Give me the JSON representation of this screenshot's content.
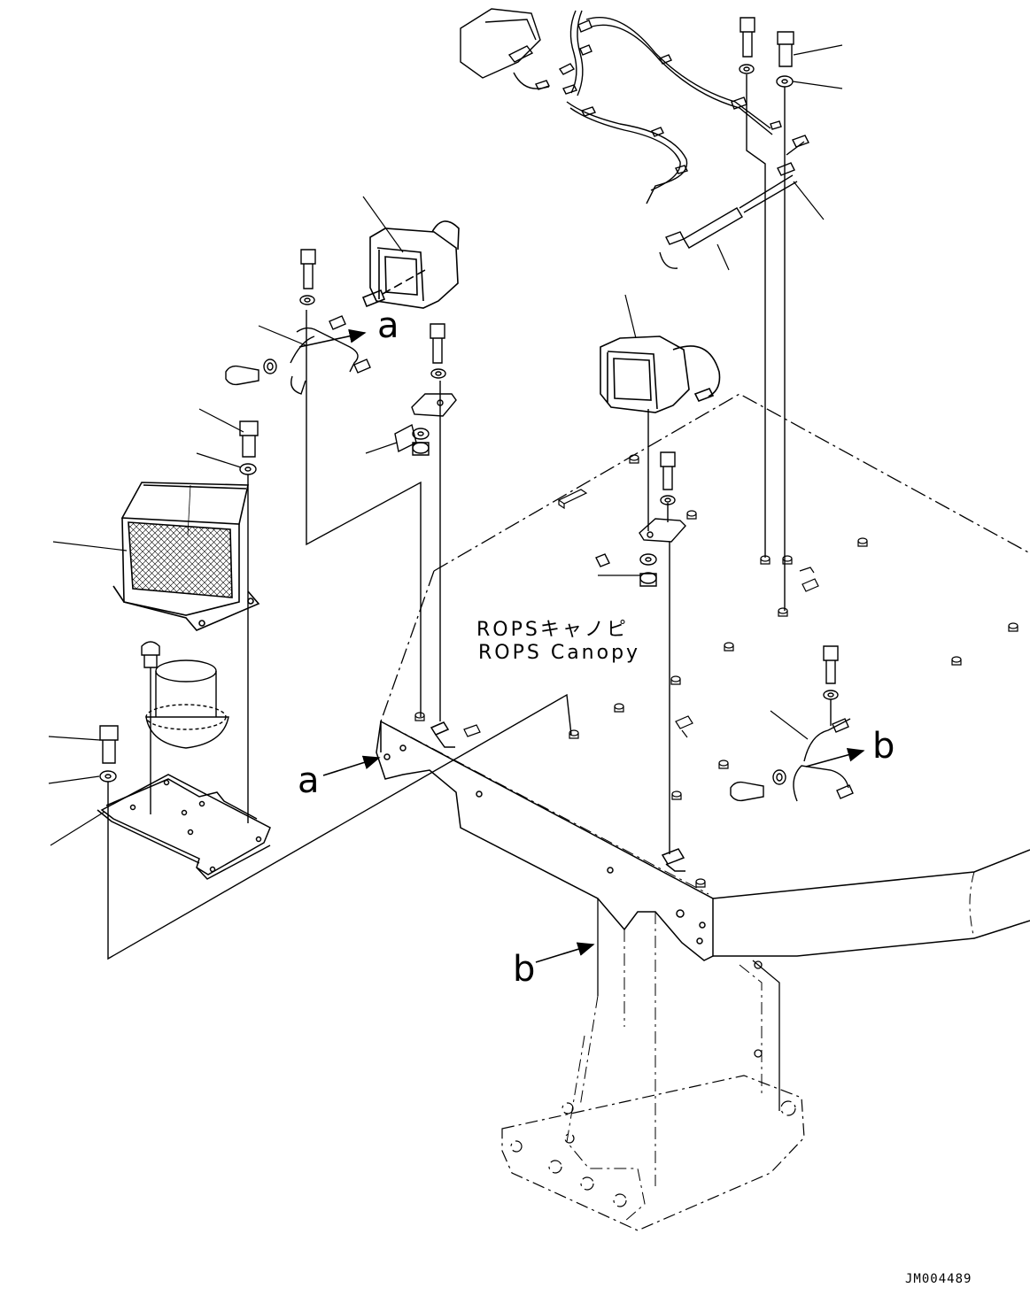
{
  "canopy_label_ja": "ROPSキャノピ",
  "canopy_label_en": "ROPS Canopy",
  "callout_a": "a",
  "callout_b": "b",
  "drawing_code": "JM004489"
}
